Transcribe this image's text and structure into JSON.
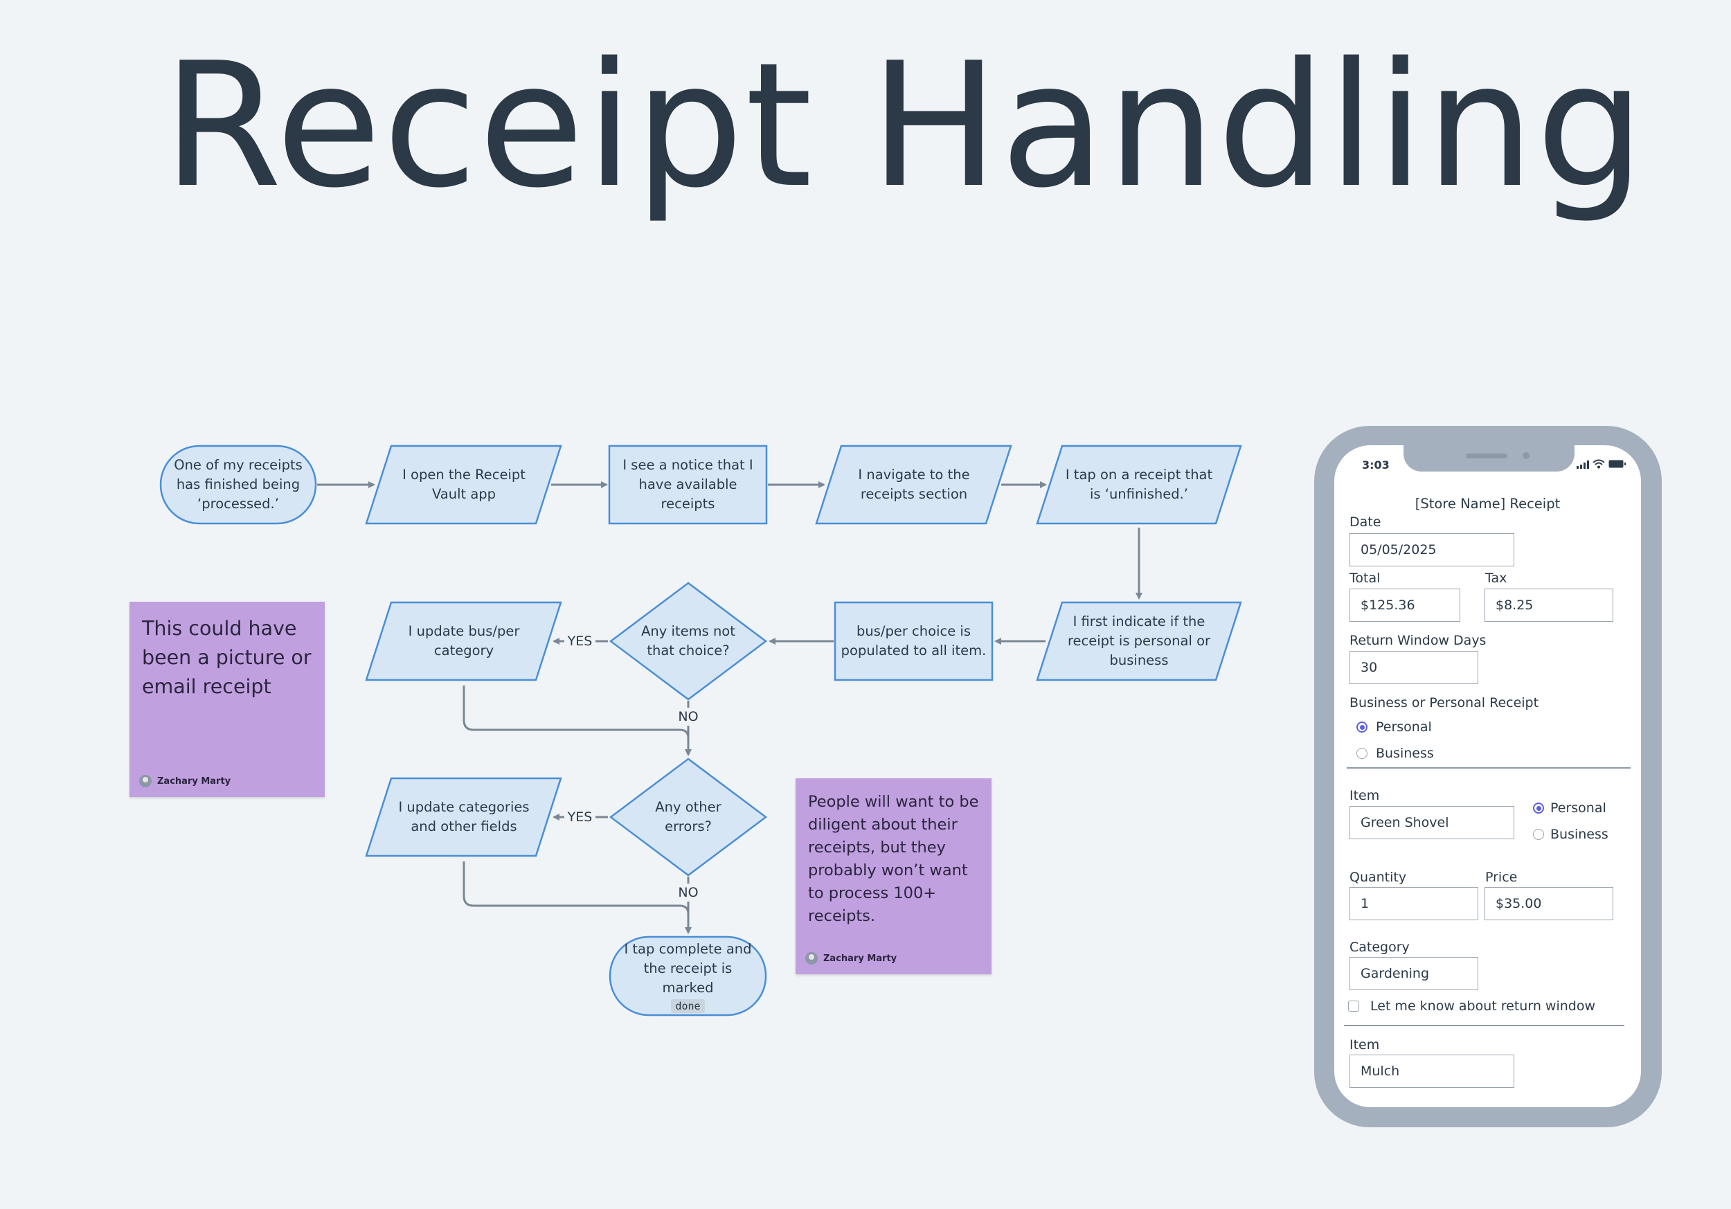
{
  "page": {
    "title": "Receipt Handling"
  },
  "flowchart": {
    "nodes": {
      "start": "One of my receipts has finished being ‘processed.’",
      "open_app": "I open the Receipt Vault app",
      "notice": "I see a notice that I have available receipts",
      "navigate": "I navigate to the receipts section",
      "tap_receipt": "I tap on a receipt that is ‘unfinished.’",
      "indicate": "I first indicate if the receipt is personal or business",
      "populated": "bus/per choice is populated to all item.",
      "decision_items": "Any items not that choice?",
      "update_bus_per": "I update bus/per category",
      "decision_errors": "Any other errors?",
      "update_categories": "I update categories and other fields",
      "end": "I tap complete and the receipt is marked",
      "end_tag": "done"
    },
    "edge_labels": {
      "yes": "YES",
      "no": "NO"
    }
  },
  "stickies": [
    {
      "text": "This could have been a picture or email receipt",
      "author": "Zachary Marty"
    },
    {
      "text": "People will want to be diligent about their receipts, but they probably won’t want to process 100+ receipts.",
      "author": "Zachary Marty"
    }
  ],
  "phone": {
    "time": "3:03",
    "header": "[Store Name] Receipt",
    "date_label": "Date",
    "date_value": "05/05/2025",
    "total_label": "Total",
    "total_value": "$125.36",
    "tax_label": "Tax",
    "tax_value": "$8.25",
    "return_label": "Return Window Days",
    "return_value": "30",
    "bp_label": "Business or Personal Receipt",
    "bp_option_personal": "Personal",
    "bp_option_business": "Business",
    "item1_label": "Item",
    "item1_value": "Green Shovel",
    "item1_personal": "Personal",
    "item1_business": "Business",
    "quantity_label": "Quantity",
    "quantity_value": "1",
    "price_label": "Price",
    "price_value": "$35.00",
    "category_label": "Category",
    "category_value": "Gardening",
    "notify_label": "Let me know about return window",
    "item2_label": "Item",
    "item2_value": "Mulch"
  },
  "colors": {
    "node_fill": "#d7e6f4",
    "node_stroke": "#4a8ed6",
    "arrow": "#7a8794",
    "sticky": "#c0a0df",
    "radio_accent": "#5b5fe0"
  }
}
